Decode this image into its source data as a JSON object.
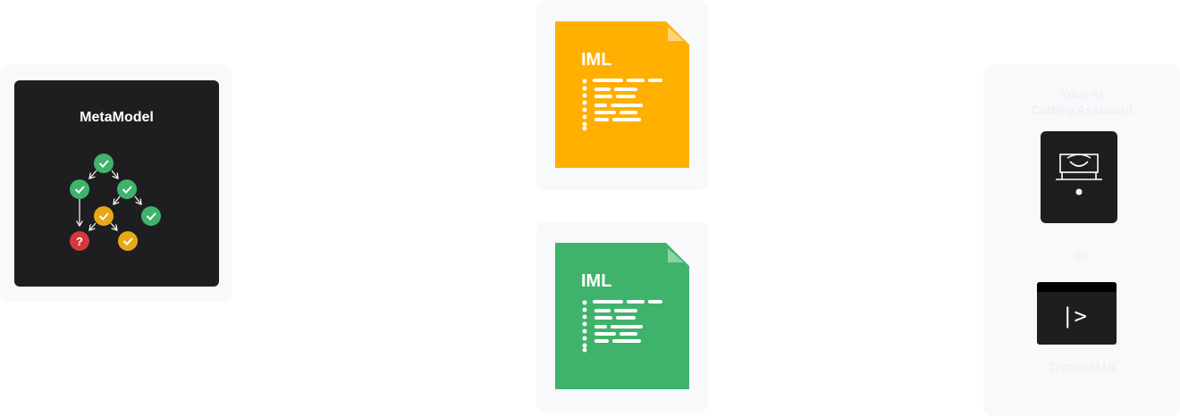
{
  "metamodel": {
    "title": "MetaModel",
    "nodes": [
      {
        "status": "ok"
      },
      {
        "status": "ok"
      },
      {
        "status": "ok"
      },
      {
        "status": "pending"
      },
      {
        "status": "ok"
      },
      {
        "status": "error",
        "glyph": "?"
      },
      {
        "status": "pending"
      }
    ],
    "colors": {
      "ok": "#3fb36b",
      "pending": "#e6a816",
      "error": "#d23a3a",
      "card": "#1e1e20"
    }
  },
  "documents": [
    {
      "label": "IML",
      "color": "#ffaf00",
      "fold_color": "#ffd27a"
    },
    {
      "label": "IML",
      "color": "#3fb36b",
      "fold_color": "#8ad3a4"
    }
  ],
  "right_panel": {
    "heading": "Your AI\nCoding Assistant",
    "icon": "robot-laptop-icon",
    "or_label": "or",
    "terminal_prompt": "|>",
    "terminal_label": "Terminal UI"
  }
}
